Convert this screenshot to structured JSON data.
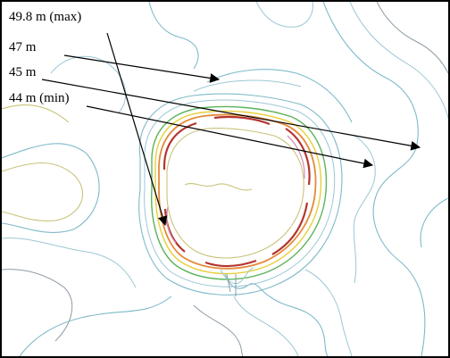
{
  "labels": {
    "max": "49.8 m (max)",
    "l47": "47 m",
    "l45": "45 m",
    "min": "44 m (min)"
  },
  "colors": {
    "frame": "#000000",
    "contour_low": "#7fb9c9",
    "contour_mid": "#c9c27a",
    "contour_green": "#5bb35b",
    "contour_orange": "#e38b3a",
    "contour_high": "#b3352f"
  }
}
